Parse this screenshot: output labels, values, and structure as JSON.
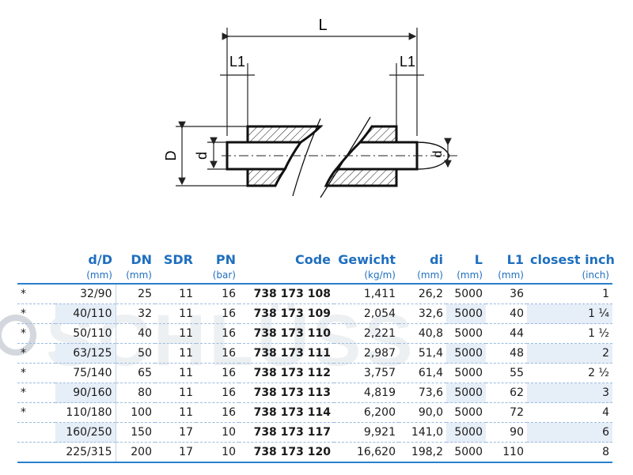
{
  "drawing": {
    "labels": {
      "L": "L",
      "L1_left": "L1",
      "L1_right": "L1",
      "D": "D",
      "d_inner": "d",
      "d_right": "d"
    }
  },
  "table": {
    "headers": [
      "",
      "d/D",
      "DN",
      "SDR",
      "PN",
      "Code",
      "Gewicht",
      "di",
      "L",
      "L1",
      "closest inch"
    ],
    "units": [
      "",
      "(mm)",
      "(mm)",
      "",
      "(bar)",
      "",
      "(kg/m)",
      "(mm)",
      "(mm)",
      "(mm)",
      "(inch)"
    ],
    "rows": [
      [
        "*",
        "32/90",
        "25",
        "11",
        "16",
        "738 173 108",
        "1,411",
        "26,2",
        "5000",
        "36",
        "1"
      ],
      [
        "*",
        "40/110",
        "32",
        "11",
        "16",
        "738 173 109",
        "2,054",
        "32,6",
        "5000",
        "40",
        "1 ¼"
      ],
      [
        "*",
        "50/110",
        "40",
        "11",
        "16",
        "738 173 110",
        "2,221",
        "40,8",
        "5000",
        "44",
        "1 ½"
      ],
      [
        "*",
        "63/125",
        "50",
        "11",
        "16",
        "738 173 111",
        "2,987",
        "51,4",
        "5000",
        "48",
        "2"
      ],
      [
        "*",
        "75/140",
        "65",
        "11",
        "16",
        "738 173 112",
        "3,757",
        "61,4",
        "5000",
        "55",
        "2 ½"
      ],
      [
        "*",
        "90/160",
        "80",
        "11",
        "16",
        "738 173 113",
        "4,819",
        "73,6",
        "5000",
        "62",
        "3"
      ],
      [
        "*",
        "110/180",
        "100",
        "11",
        "16",
        "738 173 114",
        "6,200",
        "90,0",
        "5000",
        "72",
        "4"
      ],
      [
        "",
        "160/250",
        "150",
        "17",
        "10",
        "738 173 117",
        "9,921",
        "141,0",
        "5000",
        "90",
        "6"
      ],
      [
        "",
        "225/315",
        "200",
        "17",
        "10",
        "738 173 120",
        "16,620",
        "198,2",
        "5000",
        "110",
        "8"
      ]
    ]
  },
  "watermark": {
    "text": "SCHLÜSS"
  },
  "colors": {
    "header": "#1f6fbf",
    "rule": "#2a7fcc",
    "shade": "#e6eef8"
  }
}
